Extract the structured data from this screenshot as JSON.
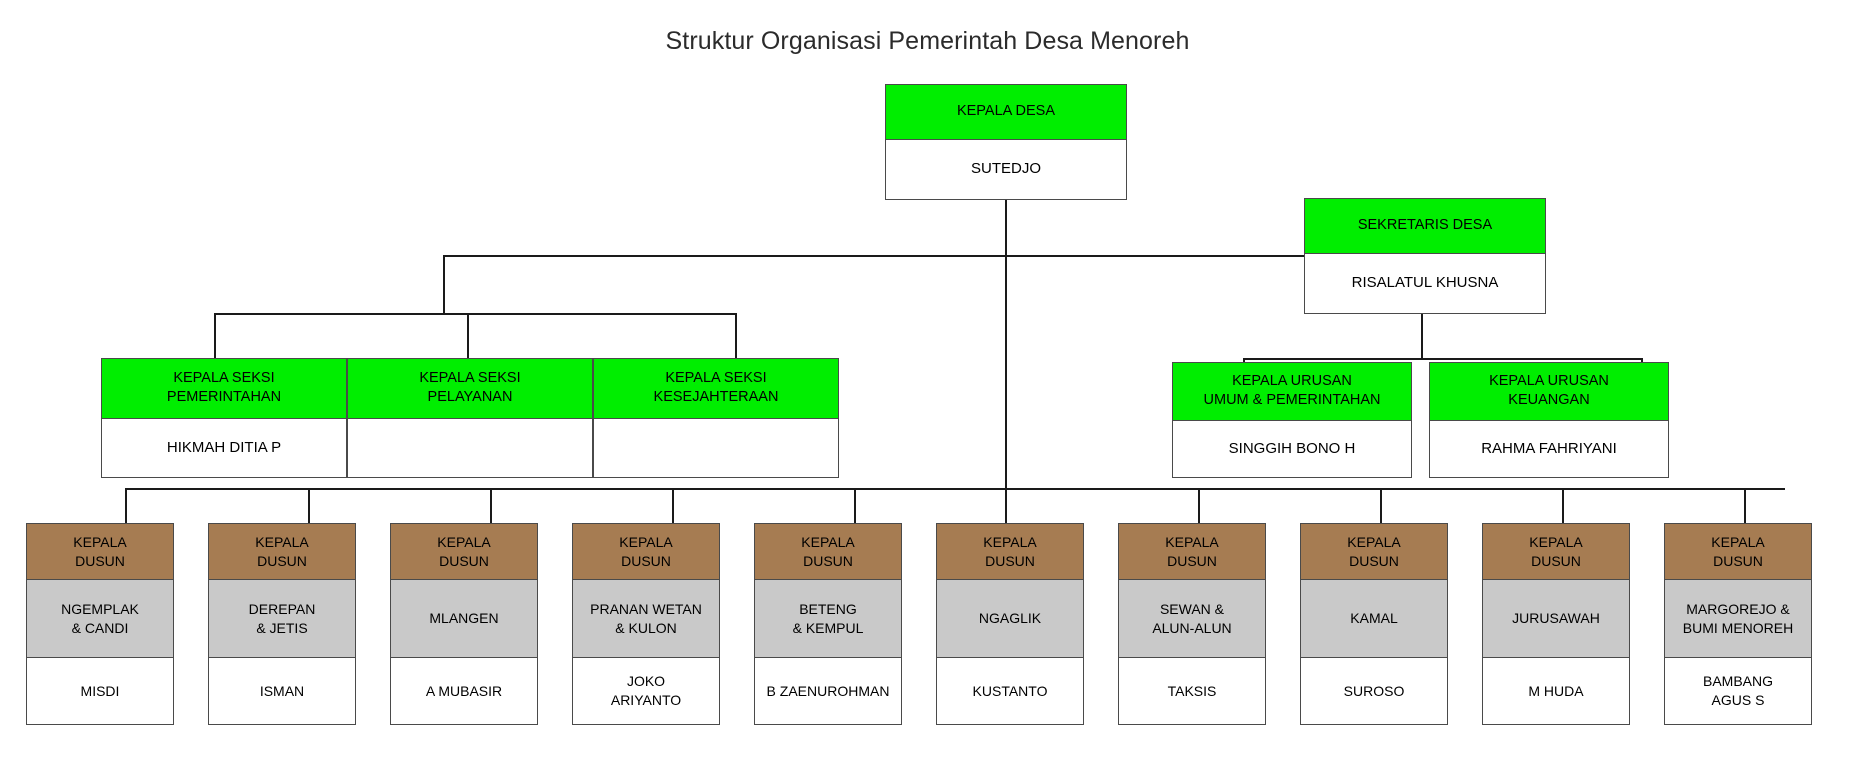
{
  "title": "Struktur Organisasi Pemerintah Desa Menoreh",
  "colors": {
    "header_green": "#00EE00",
    "dusun_brown": "#A67C52",
    "dusun_gray": "#C9C9C9",
    "body_white": "#FFFFFF",
    "border": "#4A4A4A",
    "line": "#1A1A1A",
    "title_text": "#2B2B2B"
  },
  "kepala_desa": {
    "title": "KEPALA DESA",
    "name": "SUTEDJO"
  },
  "sekretaris_desa": {
    "title": "SEKRETARIS DESA",
    "name": "RISALATUL KHUSNA"
  },
  "seksi": [
    {
      "title_line1": "KEPALA SEKSI",
      "title_line2": "PEMERINTAHAN",
      "name": "HIKMAH DITIA P"
    },
    {
      "title_line1": "KEPALA SEKSI",
      "title_line2": "PELAYANAN",
      "name": ""
    },
    {
      "title_line1": "KEPALA SEKSI",
      "title_line2": "KESEJAHTERAAN",
      "name": ""
    }
  ],
  "urusan": [
    {
      "title_line1": "KEPALA URUSAN",
      "title_line2": "UMUM & PEMERINTAHAN",
      "name": "SINGGIH BONO H"
    },
    {
      "title_line1": "KEPALA URUSAN",
      "title_line2": "KEUANGAN",
      "name": "RAHMA FAHRIYANI"
    }
  ],
  "dusun": [
    {
      "title_line1": "KEPALA",
      "title_line2": "DUSUN",
      "area_line1": "NGEMPLAK",
      "area_line2": "& CANDI",
      "name_line1": "MISDI",
      "name_line2": ""
    },
    {
      "title_line1": "KEPALA",
      "title_line2": "DUSUN",
      "area_line1": "DEREPAN",
      "area_line2": "& JETIS",
      "name_line1": "ISMAN",
      "name_line2": ""
    },
    {
      "title_line1": "KEPALA",
      "title_line2": "DUSUN",
      "area_line1": "MLANGEN",
      "area_line2": "",
      "name_line1": "A MUBASIR",
      "name_line2": ""
    },
    {
      "title_line1": "KEPALA",
      "title_line2": "DUSUN",
      "area_line1": "PRANAN WETAN",
      "area_line2": "& KULON",
      "name_line1": "JOKO",
      "name_line2": "ARIYANTO"
    },
    {
      "title_line1": "KEPALA",
      "title_line2": "DUSUN",
      "area_line1": "BETENG",
      "area_line2": "& KEMPUL",
      "name_line1": "B ZAENUROHMAN",
      "name_line2": ""
    },
    {
      "title_line1": "KEPALA",
      "title_line2": "DUSUN",
      "area_line1": "NGAGLIK",
      "area_line2": "",
      "name_line1": "KUSTANTO",
      "name_line2": ""
    },
    {
      "title_line1": "KEPALA",
      "title_line2": "DUSUN",
      "area_line1": "SEWAN &",
      "area_line2": "ALUN-ALUN",
      "name_line1": "TAKSIS",
      "name_line2": ""
    },
    {
      "title_line1": "KEPALA",
      "title_line2": "DUSUN",
      "area_line1": "KAMAL",
      "area_line2": "",
      "name_line1": "SUROSO",
      "name_line2": ""
    },
    {
      "title_line1": "KEPALA",
      "title_line2": "DUSUN",
      "area_line1": "JURUSAWAH",
      "area_line2": "",
      "name_line1": "M HUDA",
      "name_line2": ""
    },
    {
      "title_line1": "KEPALA",
      "title_line2": "DUSUN",
      "area_line1": "MARGOREJO &",
      "area_line2": "BUMI MENOREH",
      "name_line1": "BAMBANG",
      "name_line2": "AGUS S"
    }
  ]
}
